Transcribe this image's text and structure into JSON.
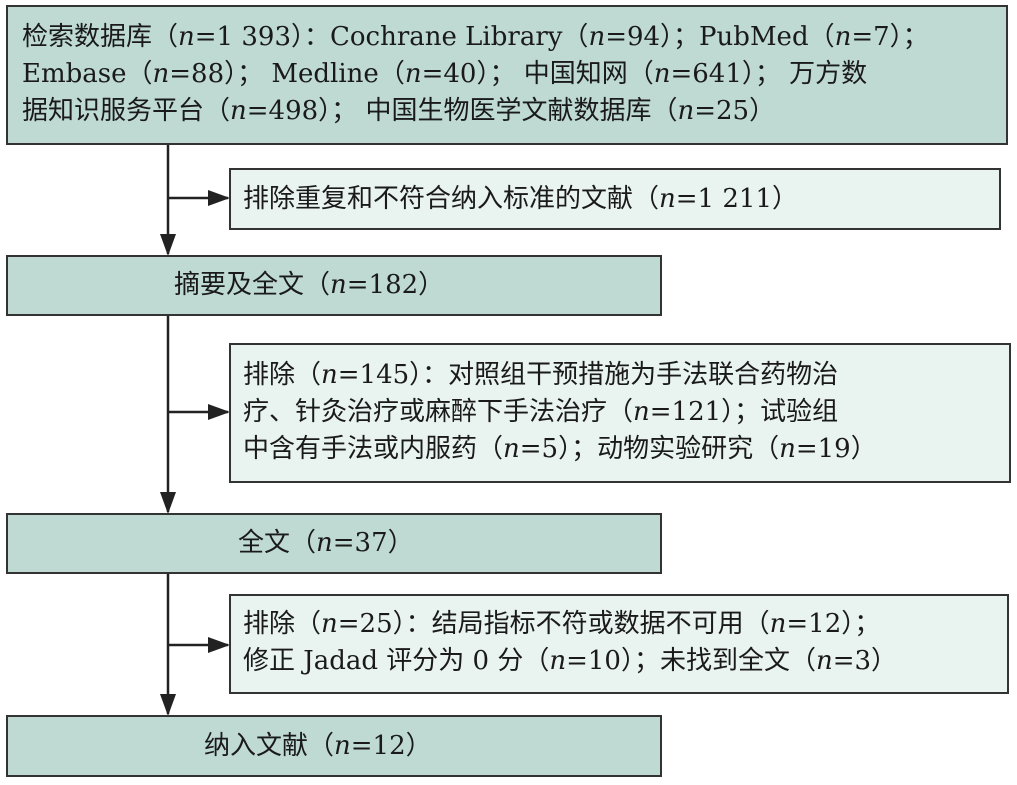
{
  "flowchart": {
    "search": {
      "lines": [
        [
          "检索数据库（",
          "n",
          "=1 393）：Cochrane Library（",
          "n",
          "=94）；PubMed（",
          "n",
          "=7）；"
        ],
        [
          "Embase（",
          "n",
          "=88）； Medline（",
          "n",
          "=40）； 中国知网（",
          "n",
          "=641）； 万方数"
        ],
        [
          "据知识服务平台（",
          "n",
          "=498）； 中国生物医学文献数据库（",
          "n",
          "=25）"
        ]
      ]
    },
    "exclude1": {
      "lines": [
        [
          "排除重复和不符合纳入标准的文献（",
          "n",
          "=1 211）"
        ]
      ]
    },
    "abstract": {
      "lines": [
        [
          "摘要及全文（",
          "n",
          "=182）"
        ]
      ]
    },
    "exclude2": {
      "lines": [
        [
          "排除（",
          "n",
          "=145）：对照组干预措施为手法联合药物治"
        ],
        [
          "疗、针灸治疗或麻醉下手法治疗（",
          "n",
          "=121）；试验组"
        ],
        [
          "中含有手法或内服药（",
          "n",
          "=5）；动物实验研究（",
          "n",
          "=19）"
        ]
      ]
    },
    "fulltext": {
      "lines": [
        [
          "全文（",
          "n",
          "=37）"
        ]
      ]
    },
    "exclude3": {
      "lines": [
        [
          "排除（",
          "n",
          "=25）：结局指标不符或数据不可用（",
          "n",
          "=12）；"
        ],
        [
          "修正 Jadad 评分为 0 分（",
          "n",
          "=10）；未找到全文（",
          "n",
          "=3）"
        ]
      ]
    },
    "included": {
      "lines": [
        [
          "纳入文献（",
          "n",
          "=12）"
        ]
      ]
    }
  }
}
